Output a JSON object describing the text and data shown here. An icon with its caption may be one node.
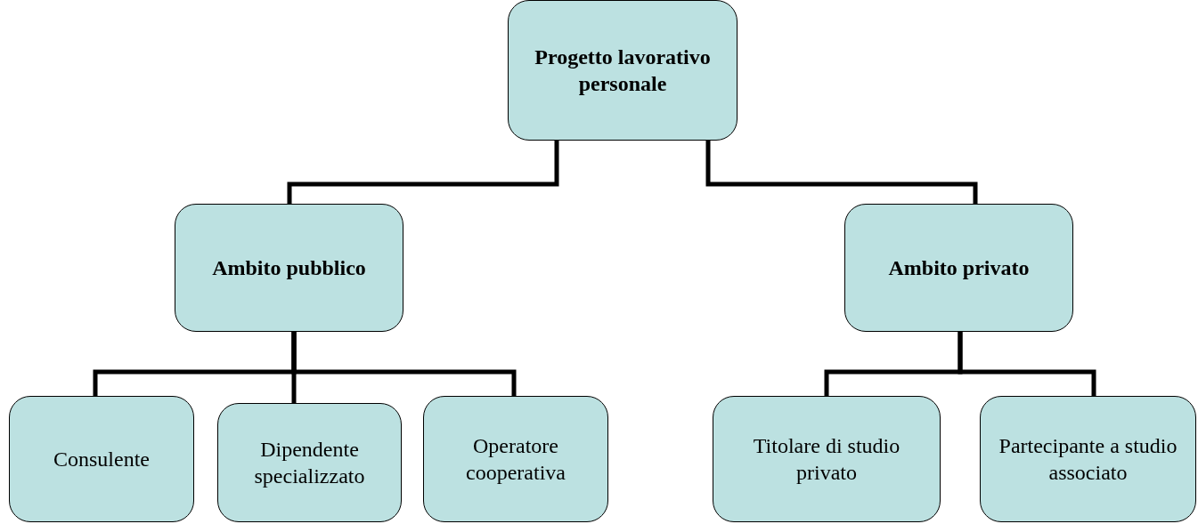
{
  "diagram": {
    "nodes": [
      {
        "text": [
          "Progetto lavorativo personale"
        ]
      },
      {
        "text": [
          "Ambito pubblico"
        ]
      },
      {
        "text": [
          "Ambito privato"
        ]
      },
      {
        "text": [
          "Consulente"
        ]
      },
      {
        "text": [
          "Dipendente specializzato"
        ]
      },
      {
        "text": [
          "Operatore cooperativa"
        ]
      },
      {
        "text": [
          "Titolare di studio privato"
        ]
      },
      {
        "text": [
          "Partecipante a studio associato"
        ]
      }
    ],
    "edges": [
      {
        "from": 0,
        "to": 1,
        "arrow": "none"
      },
      {
        "from": 0,
        "to": 2,
        "arrow": "none"
      },
      {
        "from": 1,
        "to": 3,
        "arrow": "none"
      },
      {
        "from": 1,
        "to": 4,
        "arrow": "none"
      },
      {
        "from": 1,
        "to": 5,
        "arrow": "none"
      },
      {
        "from": 2,
        "to": 6,
        "arrow": "none"
      },
      {
        "from": 2,
        "to": 7,
        "arrow": "none"
      }
    ]
  }
}
